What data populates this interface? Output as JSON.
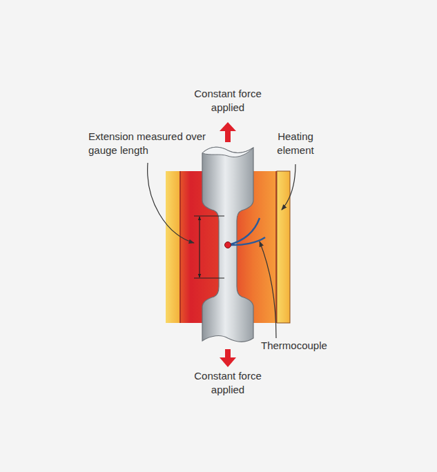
{
  "diagram": {
    "labels": [
      "Constant force applied",
      "Extension measured over gauge length",
      "Heating element",
      "Thermocouple",
      "Constant force applied"
    ]
  }
}
